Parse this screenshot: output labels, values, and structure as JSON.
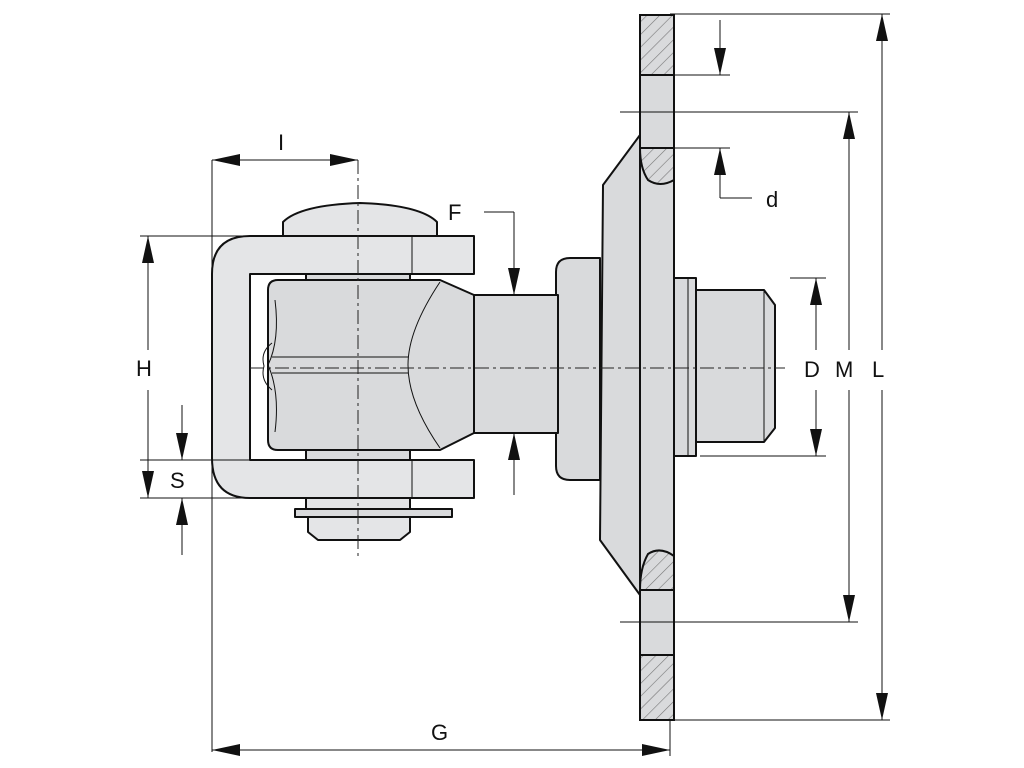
{
  "diagram": {
    "labels": {
      "I": "I",
      "F": "F",
      "d": "d",
      "H": "H",
      "S": "S",
      "D": "D",
      "M": "M",
      "L": "L",
      "G": "G"
    }
  }
}
